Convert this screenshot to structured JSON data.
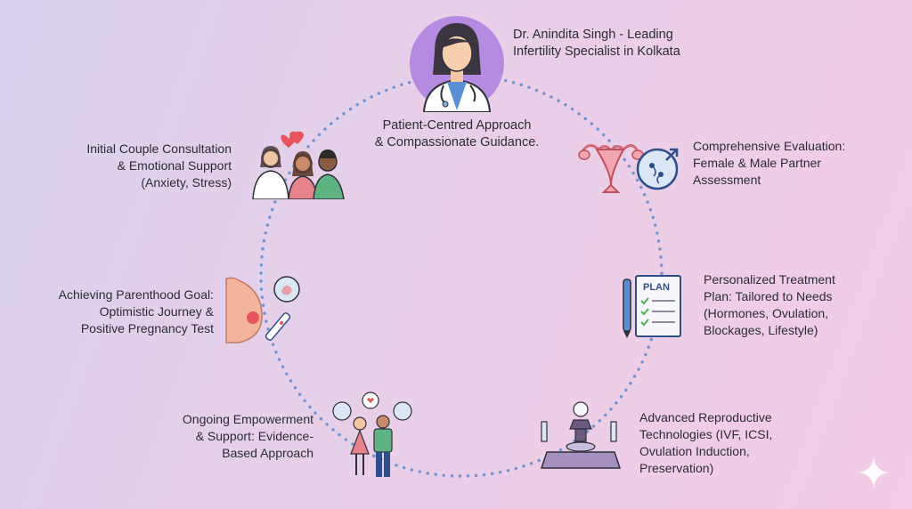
{
  "nodes": {
    "doctor": {
      "title": "Dr. Anindita Singh - Leading\nInfertility Specialist in Kolkata",
      "icon": "doctor-icon"
    },
    "patient_centred": {
      "text": "Patient-Centred Approach\n& Compassionate Guidance."
    },
    "consultation": {
      "text": "Initial Couple Consultation\n& Emotional Support\n(Anxiety, Stress)",
      "icon": "family-heart-icon"
    },
    "evaluation": {
      "text": "Comprehensive Evaluation:\nFemale & Male Partner\nAssessment",
      "icon": "reproductive-organs-icon"
    },
    "parenthood": {
      "text": "Achieving Parenthood Goal:\nOptimistic Journey &\nPositive Pregnancy Test",
      "icon": "pregnancy-icon"
    },
    "treatment": {
      "text": "Personalized Treatment\nPlan: Tailored to Needs\n(Hormones, Ovulation,\nBlockages, Lifestyle)",
      "icon": "plan-clipboard-icon",
      "plan_word": "PLAN"
    },
    "empowerment": {
      "text": "Ongoing Empowerment\n& Support: Evidence-\nBased Approach",
      "icon": "couple-icon"
    },
    "technologies": {
      "text": "Advanced Reproductive\nTechnologies (IVF, ICSI,\nOvulation Induction,\nPreservation)",
      "icon": "lab-equipment-icon"
    }
  },
  "colors": {
    "ring": "#6f94d2",
    "accent_purple": "#b48be0",
    "heart": "#e7545d"
  },
  "decor": {
    "sparkle": "sparkle-icon"
  }
}
